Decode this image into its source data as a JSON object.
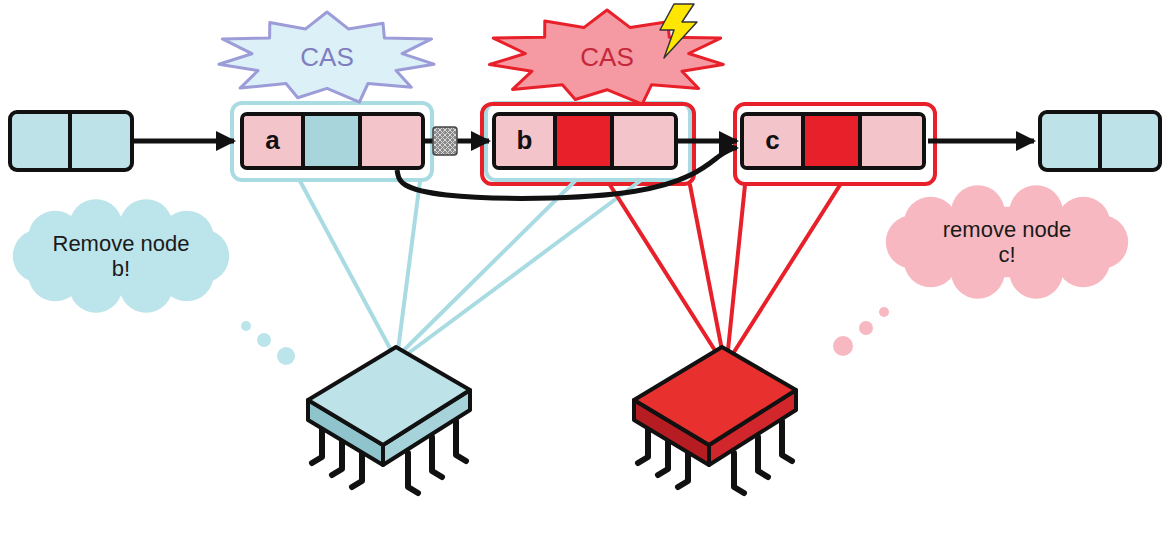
{
  "diagram": {
    "nodes": [
      {
        "text": [
          "CAS"
        ]
      },
      {
        "text": [
          "CAS"
        ]
      },
      {
        "text": [
          "a"
        ]
      },
      {
        "text": [
          "b"
        ]
      },
      {
        "text": [
          "c"
        ]
      },
      {
        "text": [
          "Remove node b!"
        ]
      },
      {
        "text": [
          "remove node c!"
        ]
      }
    ],
    "edges": [
      {
        "from": 2,
        "to": 3,
        "arrow": "to"
      },
      {
        "from": 3,
        "to": 4,
        "arrow": "to"
      },
      {
        "from": 2,
        "to": 4,
        "arrow": "to"
      }
    ]
  }
}
